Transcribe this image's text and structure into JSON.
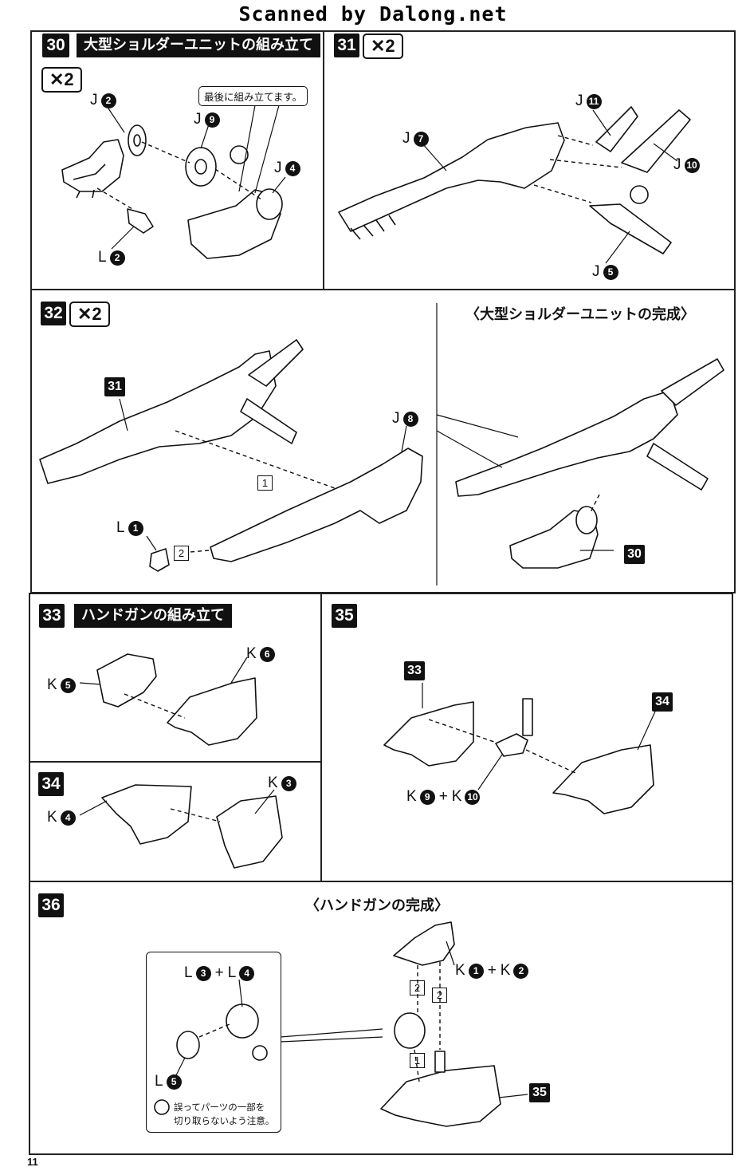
{
  "watermark": "Scanned by Dalong.net",
  "page_number": "11",
  "steps": {
    "s30": {
      "num": "30",
      "title": "大型ショルダーユニットの組み立て",
      "mult": "✕2",
      "note": "最後に組み立てます。",
      "labels": {
        "j2": "J",
        "j2n": "2",
        "j9": "J",
        "j9n": "9",
        "j4": "J",
        "j4n": "4",
        "l2": "L",
        "l2n": "2"
      }
    },
    "s31": {
      "num": "31",
      "mult": "✕2",
      "labels": {
        "j11": "J",
        "j11n": "11",
        "j7": "J",
        "j7n": "7",
        "j10": "J",
        "j10n": "10",
        "j5": "J",
        "j5n": "5"
      }
    },
    "s32": {
      "num": "32",
      "mult": "✕2",
      "complete": "〈大型ショルダーユニットの完成〉",
      "ref31": "31",
      "ref30": "30",
      "order1": "1",
      "order2": "2",
      "labels": {
        "j8": "J",
        "j8n": "8",
        "l1": "L",
        "l1n": "1"
      }
    },
    "s33": {
      "num": "33",
      "title": "ハンドガンの組み立て",
      "labels": {
        "k6": "K",
        "k6n": "6",
        "k5": "K",
        "k5n": "5"
      }
    },
    "s34": {
      "num": "34",
      "labels": {
        "k3": "K",
        "k3n": "3",
        "k4": "K",
        "k4n": "4"
      }
    },
    "s35": {
      "num": "35",
      "ref33": "33",
      "ref34": "34",
      "labels": {
        "k9": "K",
        "k9n": "9",
        "plus": "+",
        "k10": "K",
        "k10n": "10"
      }
    },
    "s36": {
      "num": "36",
      "complete": "〈ハンドガンの完成〉",
      "ref35": "35",
      "order1": "1",
      "order2a": "2",
      "order2b": "2",
      "labels": {
        "k1": "K",
        "k1n": "1",
        "plus": "+",
        "k2": "K",
        "k2n": "2",
        "l3": "L",
        "l3n": "3",
        "l4": "L",
        "l4n": "4",
        "l5": "L",
        "l5n": "5"
      },
      "caution_line1": "誤ってパーツの一部を",
      "caution_line2": "切り取らないよう注意。"
    }
  }
}
